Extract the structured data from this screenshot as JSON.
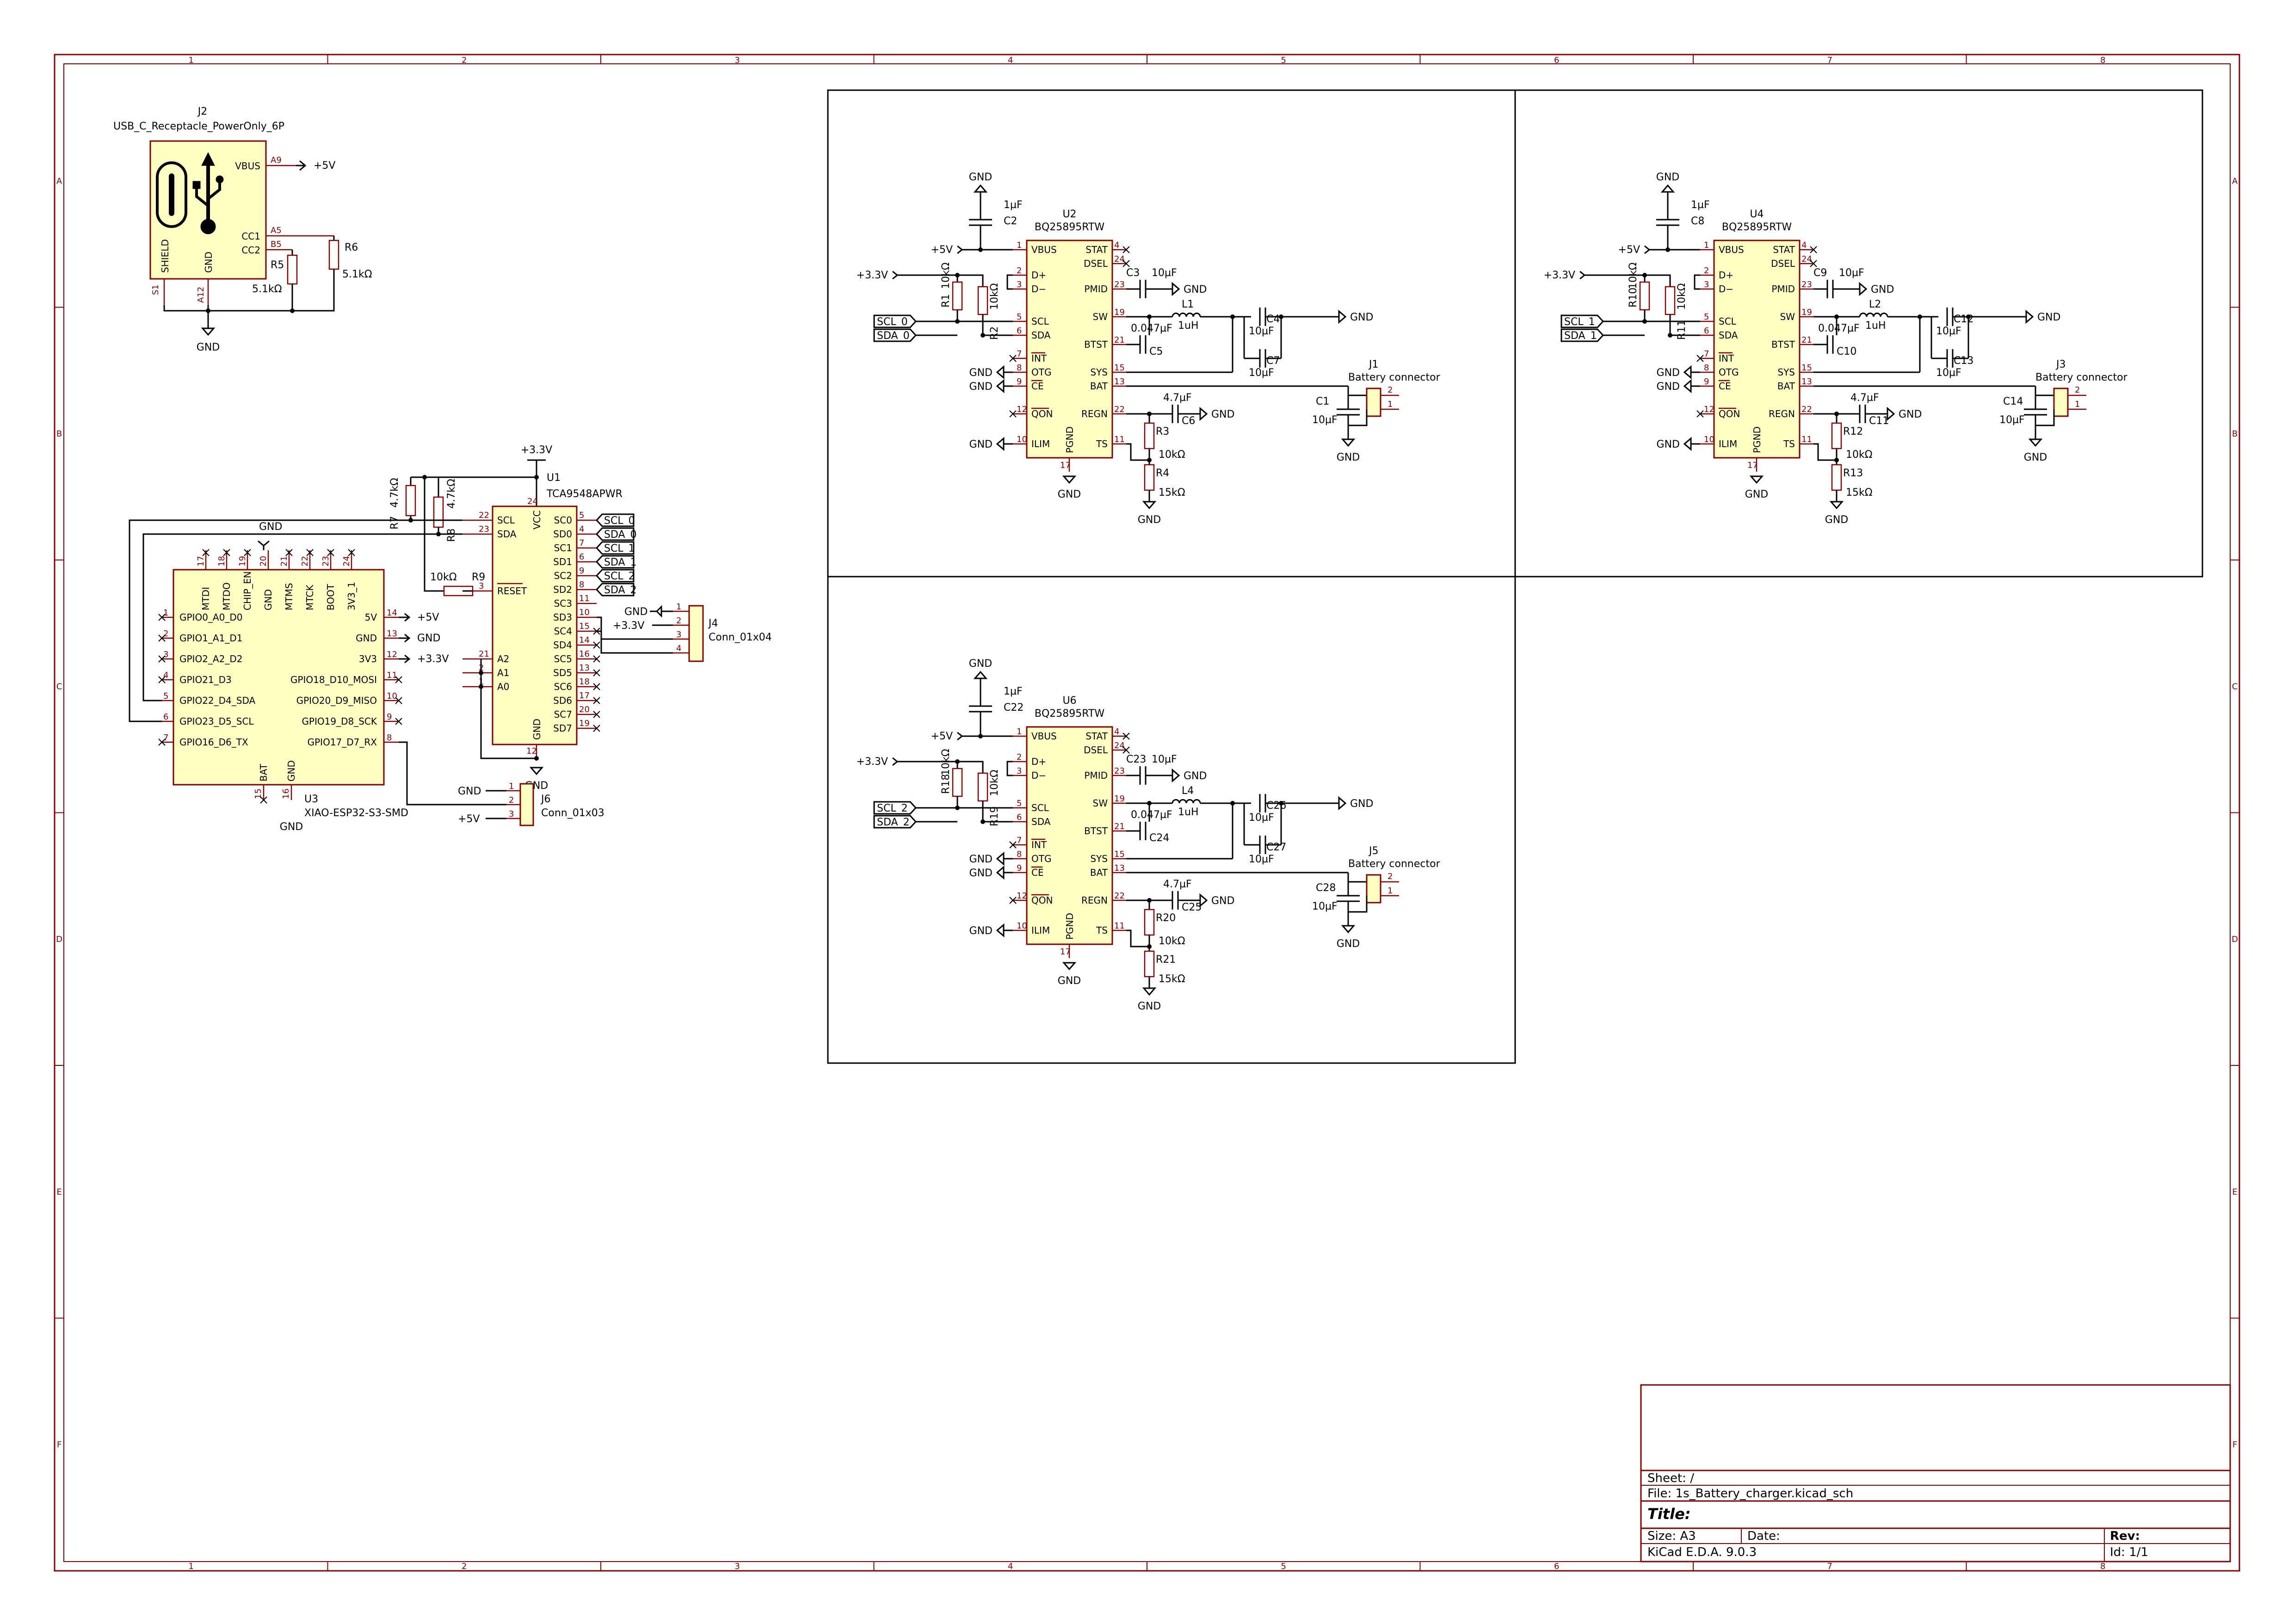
{
  "frame": {
    "columns": [
      "1",
      "2",
      "3",
      "4",
      "5",
      "6",
      "7",
      "8"
    ],
    "rows": [
      "A",
      "B",
      "C",
      "D",
      "E",
      "F"
    ]
  },
  "usb": {
    "ref": "J2",
    "value": "USB_C_Receptacle_PowerOnly_6P",
    "pins": {
      "vbus": "VBUS",
      "cc1": "CC1",
      "cc2": "CC2",
      "gnd": "GND",
      "shield": "SHIELD"
    },
    "pin_numbers": {
      "a9": "A9",
      "a5": "A5",
      "b5": "B5",
      "s1": "S1",
      "a12": "A12"
    },
    "r5": {
      "ref": "R5",
      "value": "5.1kΩ"
    },
    "r6": {
      "ref": "R6",
      "value": "5.1kΩ"
    },
    "vbus_label": "+5V",
    "gnd_label": "GND"
  },
  "mux": {
    "ref": "U1",
    "value": "TCA9548APWR",
    "pwr_label": "+3.3V",
    "pins_left": [
      "SCL",
      "SDA",
      "RESET",
      "A2",
      "A1",
      "A0"
    ],
    "pins_left_nums": [
      "22",
      "23",
      "3",
      "21",
      "2",
      "1"
    ],
    "pins_right": [
      "SC0",
      "SD0",
      "SC1",
      "SD1",
      "SC2",
      "SD2",
      "SC3",
      "SD3",
      "SC4",
      "SD4",
      "SC5",
      "SD5",
      "SC6",
      "SD6",
      "SC7",
      "SD7"
    ],
    "pins_right_nums": [
      "5",
      "4",
      "7",
      "6",
      "9",
      "8",
      "11",
      "10",
      "15",
      "14",
      "16",
      "13",
      "18",
      "17",
      "20",
      "19"
    ],
    "vcc": "VCC",
    "gnd": "GND",
    "vcc_num": "24",
    "gnd_num": "12",
    "labels": [
      "SCL_0",
      "SDA_0",
      "SCL_1",
      "SDA_1",
      "SCL_2",
      "SDA_2"
    ],
    "r7": {
      "ref": "R7",
      "value": "4.7kΩ"
    },
    "r8": {
      "ref": "R8",
      "value": "4.7kΩ"
    },
    "r9": {
      "ref": "R9",
      "value": "10kΩ"
    },
    "gnd_net": "GND"
  },
  "j4": {
    "ref": "J4",
    "value": "Conn_01x04",
    "labels": [
      "GND",
      "+3.3V"
    ],
    "pins": [
      "1",
      "2",
      "3",
      "4"
    ]
  },
  "mcu": {
    "ref": "U3",
    "value": "XIAO-ESP32-S3-SMD",
    "top_pins": [
      "MTDI",
      "MTDO",
      "CHIP_EN",
      "GND",
      "MTMS",
      "MTCK",
      "BOOT",
      "3V3_1"
    ],
    "top_nums": [
      "17",
      "18",
      "19",
      "20",
      "21",
      "22",
      "23",
      "24"
    ],
    "left_pins": [
      "GPIO0_A0_D0",
      "GPIO1_A1_D1",
      "GPIO2_A2_D2",
      "GPIO21_D3",
      "GPIO22_D4_SDA",
      "GPIO23_D5_SCL",
      "GPIO16_D6_TX"
    ],
    "left_nums": [
      "1",
      "2",
      "3",
      "4",
      "5",
      "6",
      "7"
    ],
    "right_pins": [
      "5V",
      "GND",
      "3V3",
      "GPIO18_D10_MOSI",
      "GPIO20_D9_MISO",
      "GPIO19_D8_SCK",
      "GPIO17_D7_RX"
    ],
    "right_nums": [
      "14",
      "13",
      "12",
      "11",
      "10",
      "9",
      "8"
    ],
    "right_pwr": [
      "+5V",
      "GND",
      "+3.3V"
    ],
    "bottom_pins": [
      "BAT",
      "GND"
    ],
    "bottom_nums": [
      "15",
      "16"
    ],
    "gnd_below": "GND"
  },
  "j6": {
    "ref": "J6",
    "value": "Conn_01x03",
    "labels": [
      "GND",
      "+5V"
    ],
    "pins": [
      "1",
      "2",
      "3"
    ]
  },
  "chargers": [
    {
      "u": "U2",
      "value": "BQ25895RTW",
      "c_in": "C2",
      "c_in_val": "1µF",
      "r_a": "R1",
      "r_a_val": "10kΩ",
      "r_b": "R2",
      "r_b_val": "10kΩ",
      "c_pmid": "C3",
      "c_pmid_val": "10µF",
      "c_btst": "C5",
      "c_btst_val": "0.047µF",
      "l": "L1",
      "l_val": "1uH",
      "c_sw1": "C4",
      "c_sw1_val": "10µF",
      "c_sw2": "C7",
      "c_sw2_val": "10µF",
      "c_regn": "C6",
      "c_regn_val": "4.7µF",
      "r_ts1": "R3",
      "r_ts1_val": "10kΩ",
      "r_ts2": "R4",
      "r_ts2_val": "15kΩ",
      "c_bat": "C1",
      "c_bat_val": "10µF",
      "j": "J1",
      "j_val": "Battery connector",
      "scl": "SCL_0",
      "sda": "SDA_0"
    },
    {
      "u": "U4",
      "value": "BQ25895RTW",
      "c_in": "C8",
      "c_in_val": "1µF",
      "r_a": "R10",
      "r_a_val": "10kΩ",
      "r_b": "R11",
      "r_b_val": "10kΩ",
      "c_pmid": "C9",
      "c_pmid_val": "10µF",
      "c_btst": "C10",
      "c_btst_val": "0.047µF",
      "l": "L2",
      "l_val": "1uH",
      "c_sw1": "C12",
      "c_sw1_val": "10µF",
      "c_sw2": "C13",
      "c_sw2_val": "10µF",
      "c_regn": "C11",
      "c_regn_val": "4.7µF",
      "r_ts1": "R12",
      "r_ts1_val": "10kΩ",
      "r_ts2": "R13",
      "r_ts2_val": "15kΩ",
      "c_bat": "C14",
      "c_bat_val": "10µF",
      "j": "J3",
      "j_val": "Battery connector",
      "scl": "SCL_1",
      "sda": "SDA_1"
    },
    {
      "u": "U6",
      "value": "BQ25895RTW",
      "c_in": "C22",
      "c_in_val": "1µF",
      "r_a": "R18",
      "r_a_val": "10kΩ",
      "r_b": "R19",
      "r_b_val": "10kΩ",
      "c_pmid": "C23",
      "c_pmid_val": "10µF",
      "c_btst": "C24",
      "c_btst_val": "0.047µF",
      "l": "L4",
      "l_val": "1uH",
      "c_sw1": "C26",
      "c_sw1_val": "10µF",
      "c_sw2": "C27",
      "c_sw2_val": "10µF",
      "c_regn": "C25",
      "c_regn_val": "4.7µF",
      "r_ts1": "R20",
      "r_ts1_val": "10kΩ",
      "r_ts2": "R21",
      "r_ts2_val": "15kΩ",
      "c_bat": "C28",
      "c_bat_val": "10µF",
      "j": "J5",
      "j_val": "Battery connector",
      "scl": "SCL_2",
      "sda": "SDA_2"
    }
  ],
  "charger_pins": {
    "left": [
      "VBUS",
      "D+",
      "D−",
      "SCL",
      "SDA",
      "INT",
      "OTG",
      "CE",
      "QON",
      "ILIM"
    ],
    "left_nums": [
      "1",
      "2",
      "3",
      "5",
      "6",
      "7",
      "8",
      "9",
      "12",
      "10"
    ],
    "right": [
      "STAT",
      "DSEL",
      "PMID",
      "SW",
      "BTST",
      "SYS",
      "BAT",
      "REGN",
      "TS"
    ],
    "right_nums": [
      "4",
      "24",
      "23",
      "19",
      "21",
      "15",
      "13",
      "22",
      "11"
    ],
    "bottom": "PGND",
    "bottom_num": "17",
    "pwr": [
      "GND",
      "+5V",
      "+3.3V"
    ],
    "conn_pins": [
      "2",
      "1"
    ]
  },
  "title_block": {
    "sheet": "Sheet: /",
    "file": "File: 1s_Battery_charger.kicad_sch",
    "title": "Title:",
    "size": "Size: A3",
    "date": "Date:",
    "rev": "Rev:",
    "tool": "KiCad E.D.A. 9.0.3",
    "id": "Id: 1/1"
  },
  "colors": {
    "frame": "#840000",
    "wire": "#000000",
    "body_fill": "#ffffc2"
  }
}
